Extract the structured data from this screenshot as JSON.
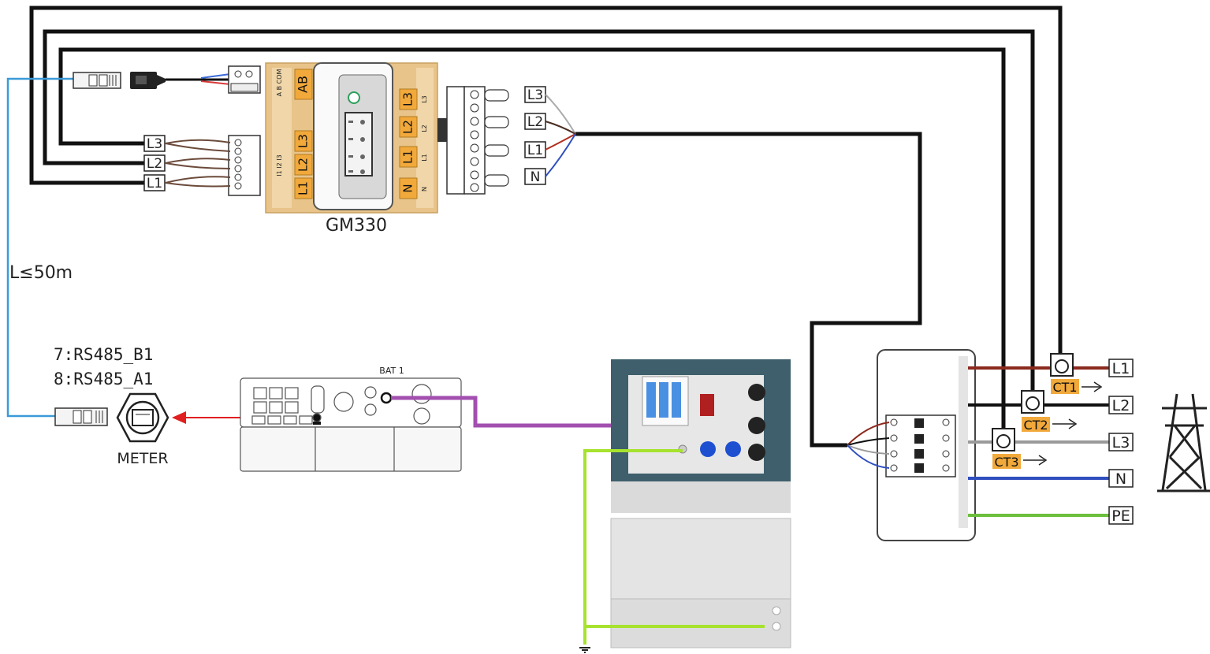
{
  "meter_name": "GM330",
  "meter_terminals": {
    "rs485": "AB",
    "rs485_small": "A B COM",
    "current_inputs": [
      "L3",
      "L2",
      "L1"
    ],
    "current_small": "I1 I2 I3",
    "voltage_inputs": [
      "L3",
      "L2",
      "L1",
      "N"
    ],
    "voltage_small": [
      "L3",
      "L2",
      "L1",
      "N"
    ]
  },
  "ct_wire_tags": [
    "L3",
    "L2",
    "L1"
  ],
  "voltage_wire_tags": [
    "L3",
    "L2",
    "L1",
    "N"
  ],
  "cable_length": "L≤50m",
  "pin_labels": [
    "7:RS485_B1",
    "8:RS485_A1"
  ],
  "meter_port_label": "METER",
  "battery_port_label": "BAT 1",
  "grid_lines": [
    "L1",
    "L2",
    "L3",
    "N",
    "PE"
  ],
  "ct_labels": [
    "CT1",
    "CT2",
    "CT3"
  ],
  "colors": {
    "wire_black": "#111111",
    "rs485_cable": "#3a9ad9",
    "signal_arrow": "#e02020",
    "battery_cable": "#a34fb0",
    "ground": "#a6e22e",
    "terminal_orange": "#f2a93b",
    "battery_cabinet": "#3e5f6b",
    "line_L1": "#8b2a1e",
    "line_L2": "#111111",
    "line_L3": "#9a9a9a",
    "line_N": "#2f4fbf",
    "line_PE": "#6cbf3a"
  }
}
